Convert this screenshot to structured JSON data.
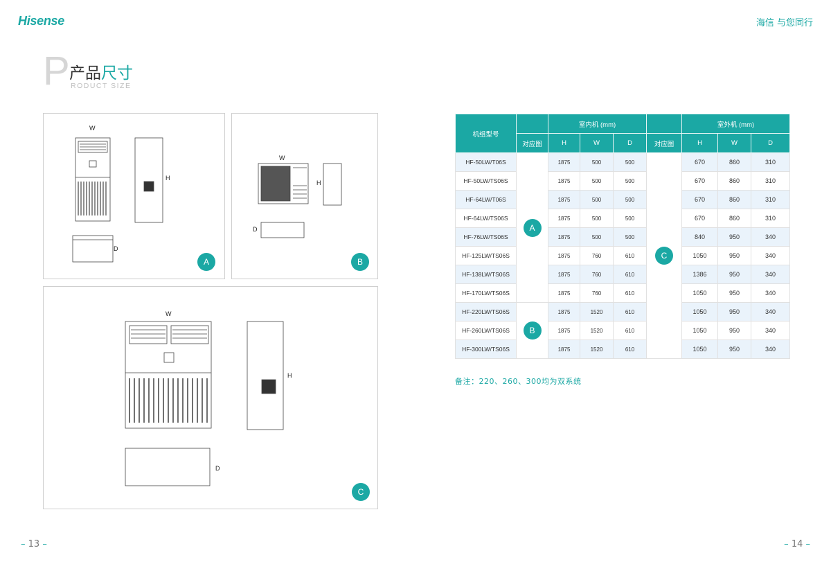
{
  "header": {
    "logo": "Hisense",
    "slogan": "海信 与您同行"
  },
  "heading": {
    "letter": "P",
    "title_main": "产品",
    "title_accent": "尺寸",
    "subtitle": "RODUCT SIZE"
  },
  "figures": {
    "A": {
      "badge": "A",
      "width_label": "W",
      "height_label": "H",
      "depth_label": "D"
    },
    "B": {
      "badge": "B",
      "width_label": "W",
      "height_label": "H",
      "depth_label": "D"
    },
    "C": {
      "badge": "C",
      "width_label": "W",
      "height_label": "H",
      "depth_label": "D"
    }
  },
  "table": {
    "header": {
      "model": "机组型号",
      "indoor_group": "室内机 (mm)",
      "outdoor_group": "室外机 (mm)",
      "ref": "对应图",
      "h": "H",
      "w": "W",
      "d": "D"
    },
    "indoor_refs": [
      "A",
      "B"
    ],
    "outdoor_ref": "C",
    "rows": [
      {
        "model": "HF-50LW/T06S",
        "in_h": "1875",
        "in_w": "500",
        "in_d": "500",
        "out_h": "670",
        "out_w": "860",
        "out_d": "310"
      },
      {
        "model": "HF-50LW/TS06S",
        "in_h": "1875",
        "in_w": "500",
        "in_d": "500",
        "out_h": "670",
        "out_w": "860",
        "out_d": "310"
      },
      {
        "model": "HF-64LW/T06S",
        "in_h": "1875",
        "in_w": "500",
        "in_d": "500",
        "out_h": "670",
        "out_w": "860",
        "out_d": "310"
      },
      {
        "model": "HF-64LW/TS06S",
        "in_h": "1875",
        "in_w": "500",
        "in_d": "500",
        "out_h": "670",
        "out_w": "860",
        "out_d": "310"
      },
      {
        "model": "HF-76LW/TS06S",
        "in_h": "1875",
        "in_w": "500",
        "in_d": "500",
        "out_h": "840",
        "out_w": "950",
        "out_d": "340"
      },
      {
        "model": "HF-125LW/TS06S",
        "in_h": "1875",
        "in_w": "760",
        "in_d": "610",
        "out_h": "1050",
        "out_w": "950",
        "out_d": "340"
      },
      {
        "model": "HF-138LW/TS06S",
        "in_h": "1875",
        "in_w": "760",
        "in_d": "610",
        "out_h": "1386",
        "out_w": "950",
        "out_d": "340"
      },
      {
        "model": "HF-170LW/TS06S",
        "in_h": "1875",
        "in_w": "760",
        "in_d": "610",
        "out_h": "1050",
        "out_w": "950",
        "out_d": "340"
      },
      {
        "model": "HF-220LW/TS06S",
        "in_h": "1875",
        "in_w": "1520",
        "in_d": "610",
        "out_h": "1050",
        "out_w": "950",
        "out_d": "340"
      },
      {
        "model": "HF-260LW/TS06S",
        "in_h": "1875",
        "in_w": "1520",
        "in_d": "610",
        "out_h": "1050",
        "out_w": "950",
        "out_d": "340"
      },
      {
        "model": "HF-300LW/TS06S",
        "in_h": "1875",
        "in_w": "1520",
        "in_d": "610",
        "out_h": "1050",
        "out_w": "950",
        "out_d": "340"
      }
    ]
  },
  "note": "备注：220、260、300均为双系统",
  "pages": {
    "left": "13",
    "right": "14",
    "dash": "–"
  },
  "colors": {
    "accent": "#1ba8a4",
    "row_alt": "#eaf3fb"
  }
}
